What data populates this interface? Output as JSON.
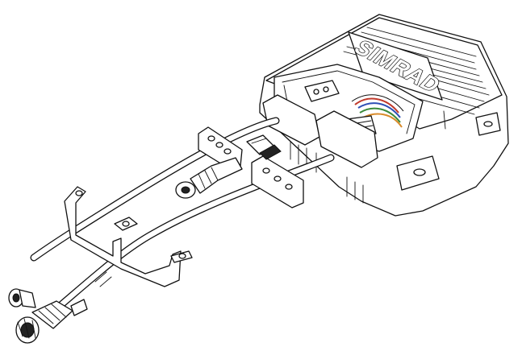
{
  "diagram": {
    "brand_text": "SIMRAD",
    "components": [
      {
        "name": "autopilot-computer-unit"
      },
      {
        "name": "connector-cover-plate-upper"
      },
      {
        "name": "connector-cover-plate-lower"
      },
      {
        "name": "cable-clamp-brackets"
      },
      {
        "name": "network-connector"
      },
      {
        "name": "power-cable-connector"
      },
      {
        "name": "ethernet-connector"
      },
      {
        "name": "drop-cable-connector"
      }
    ],
    "colors": {
      "line": "#111111",
      "background": "#ffffff",
      "wire_red": "#c0392b",
      "wire_blue": "#2e4fb5",
      "wire_green": "#3a8a3a",
      "wire_orange": "#d98b2b"
    }
  }
}
